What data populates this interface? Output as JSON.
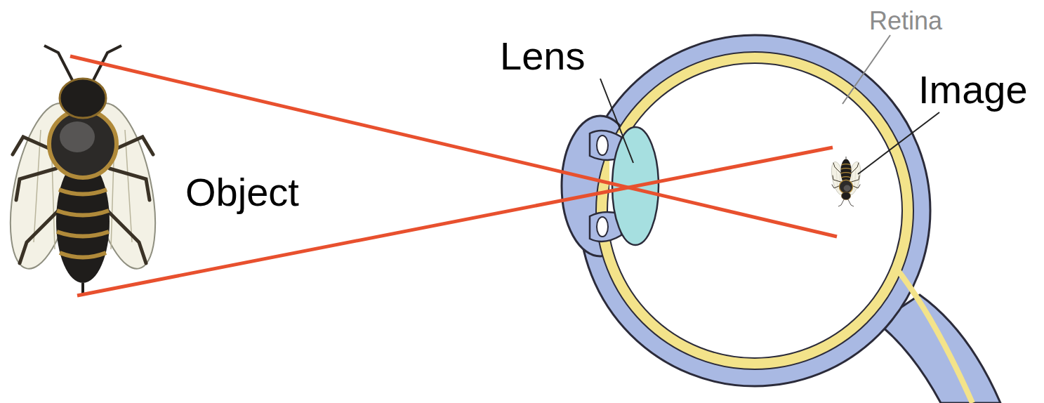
{
  "diagram": {
    "labels": [
      "Retina",
      "Lens",
      "Image",
      "Object"
    ]
  }
}
